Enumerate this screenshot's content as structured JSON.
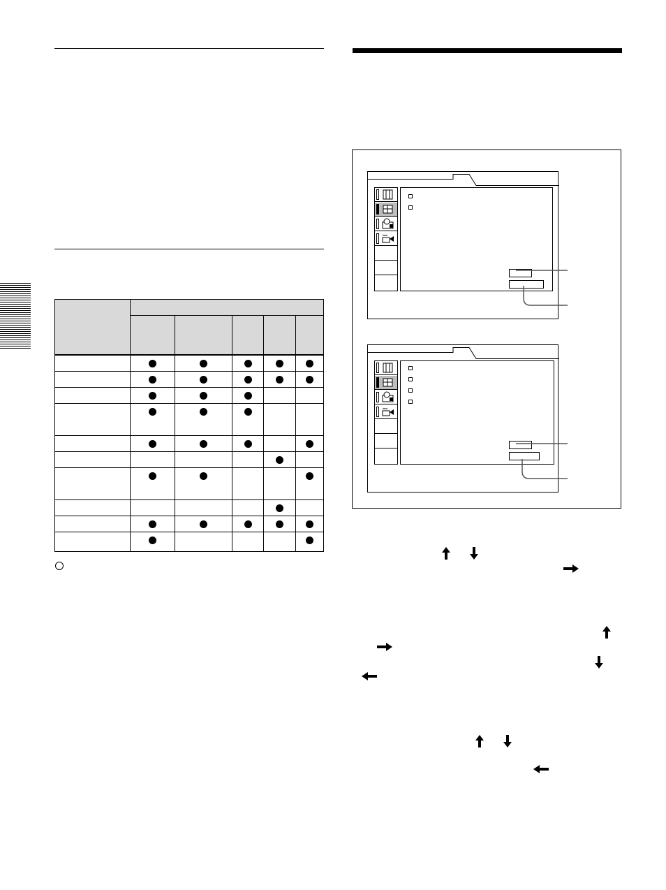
{
  "page": {
    "colors": {
      "ink": "#000000",
      "paper": "#ffffff",
      "header_fill": "#d9d9d9",
      "selected_icon": "#bdbdbd"
    }
  },
  "left_column": {
    "section_rules": 2,
    "table": {
      "header_top_left": "",
      "header_span": "",
      "column_headers": [
        "",
        "",
        "",
        "",
        ""
      ],
      "rows": [
        {
          "label": "",
          "marks": [
            true,
            true,
            true,
            true,
            true
          ]
        },
        {
          "label": "",
          "marks": [
            true,
            true,
            true,
            true,
            true
          ]
        },
        {
          "label": "",
          "marks": [
            true,
            true,
            true,
            false,
            false
          ]
        },
        {
          "label": "",
          "marks": [
            true,
            true,
            true,
            false,
            false
          ]
        },
        {
          "label": "",
          "marks": [
            true,
            true,
            true,
            false,
            true
          ]
        },
        {
          "label": "",
          "marks": [
            false,
            false,
            false,
            true,
            false
          ]
        },
        {
          "label": "",
          "marks": [
            true,
            true,
            false,
            false,
            true
          ]
        },
        {
          "label": "",
          "marks": [
            false,
            false,
            false,
            true,
            false
          ]
        },
        {
          "label": "",
          "marks": [
            true,
            true,
            true,
            true,
            true
          ]
        },
        {
          "label": "",
          "marks": [
            true,
            false,
            false,
            false,
            true
          ]
        }
      ]
    },
    "legend": {
      "symbol": "circle-icon",
      "text": ""
    }
  },
  "right_column": {
    "figure": {
      "menus": [
        {
          "bullet_items": 2,
          "selected_icon_index": 1
        },
        {
          "bullet_items": 4,
          "selected_icon_index": 1
        }
      ],
      "icons": [
        "input-icon",
        "picture-icon",
        "setting-icon",
        "installation-icon"
      ]
    },
    "instruction_arrows": [
      {
        "name": "up-arrow-icon",
        "glyph": "up"
      },
      {
        "name": "down-arrow-icon",
        "glyph": "down"
      },
      {
        "name": "right-arrow-icon",
        "glyph": "right"
      },
      {
        "name": "up-arrow-icon",
        "glyph": "up"
      },
      {
        "name": "right-arrow-icon",
        "glyph": "right"
      },
      {
        "name": "down-arrow-icon",
        "glyph": "down"
      },
      {
        "name": "left-arrow-icon",
        "glyph": "left"
      },
      {
        "name": "up-arrow-icon",
        "glyph": "up"
      },
      {
        "name": "down-arrow-icon",
        "glyph": "down"
      },
      {
        "name": "left-arrow-icon",
        "glyph": "left"
      }
    ]
  }
}
